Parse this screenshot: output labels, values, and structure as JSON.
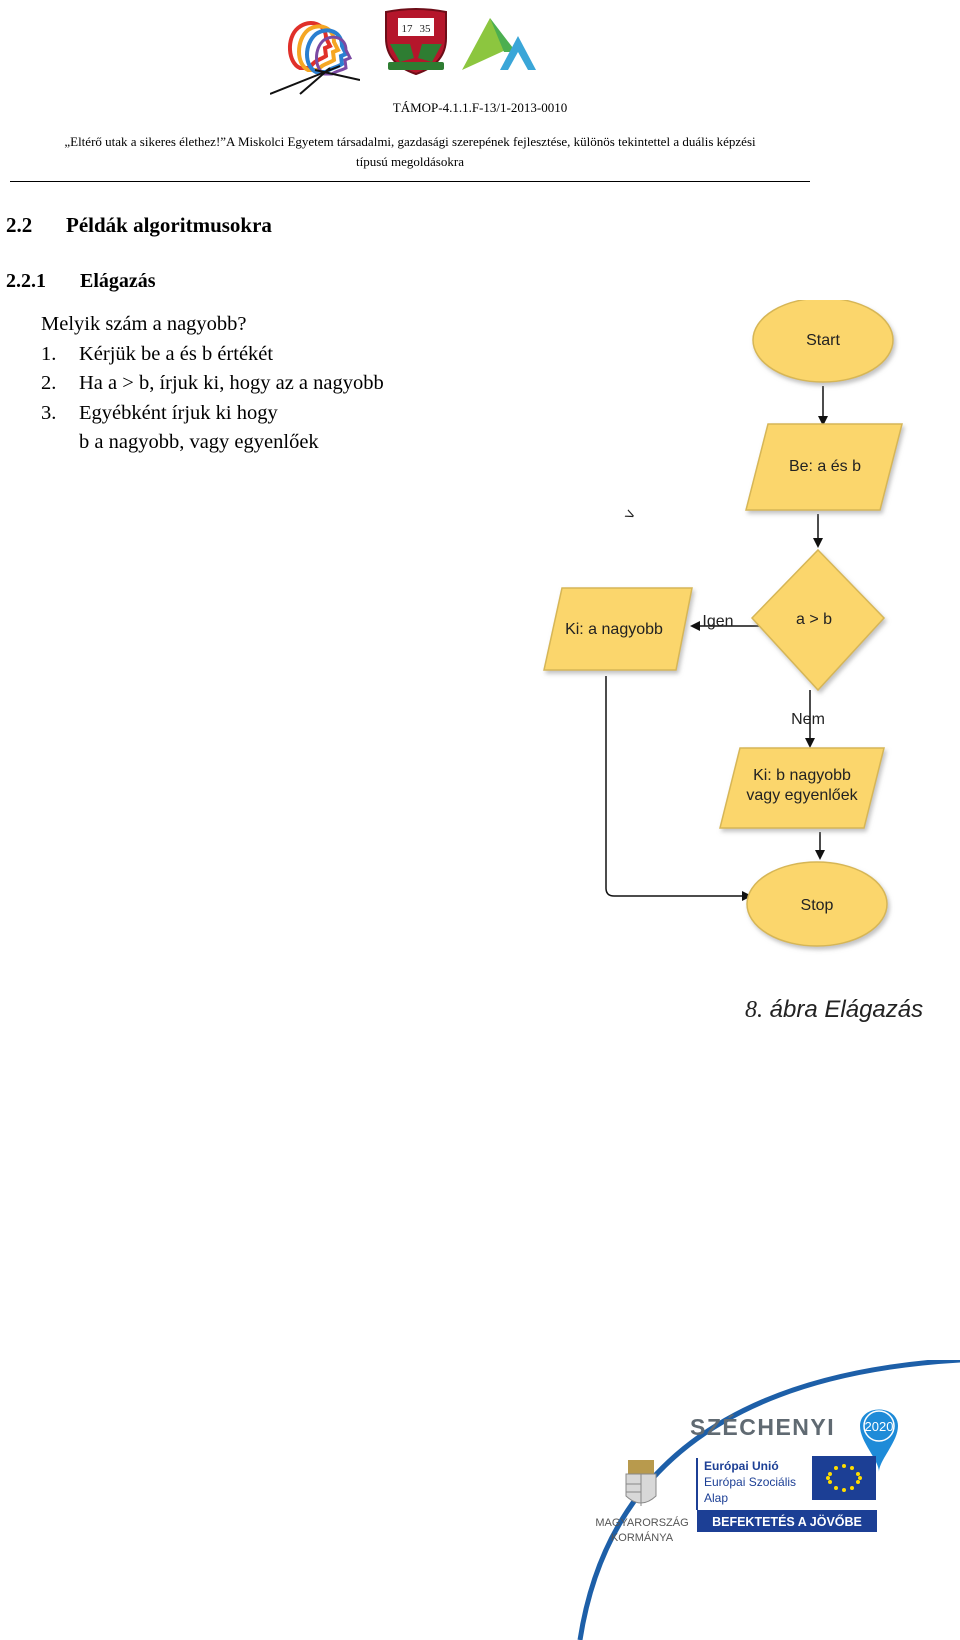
{
  "header": {
    "project_code": "TÁMOP-4.1.1.F-13/1-2013-0010",
    "project_line1": "„Eltérő utak a sikeres élethez!”A Miskolci Egyetem társadalmi, gazdasági szerepének fejlesztése, különös tekintettel a duális képzési",
    "project_line2": "típusú megoldásokra",
    "shield_year_left": "17",
    "shield_year_right": "35"
  },
  "section": {
    "num": "2.2",
    "title": "Példák algoritmusokra"
  },
  "subsection": {
    "num": "2.2.1",
    "title": "Elágazás"
  },
  "body": {
    "question": "Melyik szám a nagyobb?",
    "steps": [
      {
        "n": "1.",
        "text": "Kérjük be a és b értékét"
      },
      {
        "n": "2.",
        "text": "Ha a > b, írjuk ki, hogy az a nagyobb"
      },
      {
        "n": "3.",
        "text": "Egyébként írjuk ki hogy"
      }
    ],
    "continuation": "b a nagyobb, vagy egyenlőek"
  },
  "flowchart": {
    "start": "Start",
    "input": "Be: a és b",
    "decision": "a > b",
    "yes_label": "Igen",
    "no_label": "Nem",
    "output_yes": "Ki: a  nagyobb",
    "output_no_line1": "Ki: b  nagyobb",
    "output_no_line2": "vagy egyenlőek",
    "stop": "Stop",
    "stray_mark": ">"
  },
  "caption": {
    "num": "8.",
    "text": "ábra Elágazás"
  },
  "footer": {
    "szechenyi": "SZÉCHENYI",
    "year": "2020",
    "gov_line1": "MAGYARORSZÁG",
    "gov_line2": "KORMÁNYA",
    "eu_line1": "Európai Unió",
    "eu_line2": "Európai Szociális",
    "eu_line3": "Alap",
    "slogan": "BEFEKTETÉS A JÖVŐBE"
  },
  "colors": {
    "flow_fill": "#fbd66c",
    "flow_stroke": "#d6b656",
    "footer_blue": "#1d5fa8",
    "eu_blue": "#1c3f95",
    "eu_star": "#ffdd00"
  }
}
